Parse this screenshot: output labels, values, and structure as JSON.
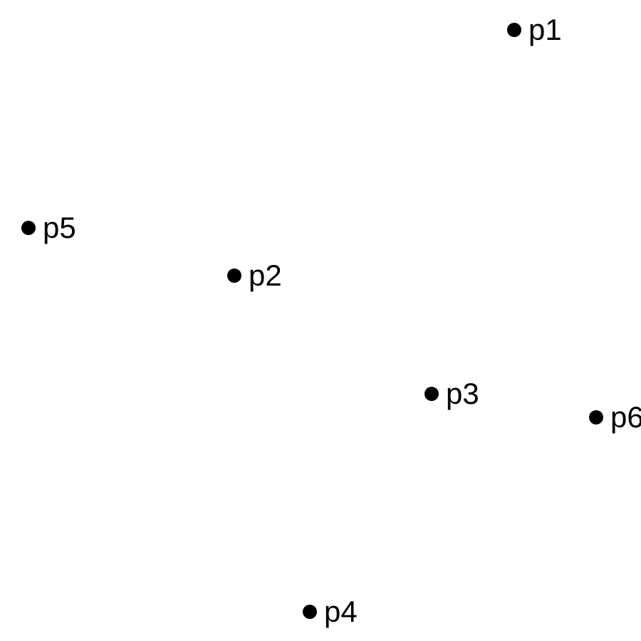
{
  "points": [
    {
      "label": "p1"
    },
    {
      "label": "p2"
    },
    {
      "label": "p3"
    },
    {
      "label": "p4"
    },
    {
      "label": "p5"
    },
    {
      "label": "p6"
    }
  ],
  "colors": {
    "background": "#ffffff",
    "point": "#000000",
    "text": "#000000"
  }
}
